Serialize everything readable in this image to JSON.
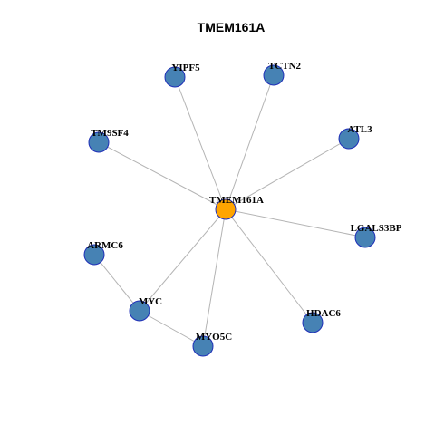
{
  "title": "TMEM161A",
  "colors": {
    "center_node": "#ffa500",
    "center_stroke": "#8a6a1a",
    "leaf_node": "#4682b4",
    "leaf_stroke": "#1f2fb8",
    "edge": "#b4b4b4"
  },
  "nodes": [
    {
      "id": "TMEM161A",
      "label": "TMEM161A",
      "role": "center"
    },
    {
      "id": "YIPF5",
      "label": "YIPF5",
      "role": "leaf"
    },
    {
      "id": "TCTN2",
      "label": "TCTN2",
      "role": "leaf"
    },
    {
      "id": "TM9SF4",
      "label": "TM9SF4",
      "role": "leaf"
    },
    {
      "id": "ATL3",
      "label": "ATL3",
      "role": "leaf"
    },
    {
      "id": "LGALS3BP",
      "label": "LGALS3BP",
      "role": "leaf"
    },
    {
      "id": "ARMC6",
      "label": "ARMC6",
      "role": "leaf"
    },
    {
      "id": "MYC",
      "label": "MYC",
      "role": "leaf"
    },
    {
      "id": "HDAC6",
      "label": "HDAC6",
      "role": "leaf"
    },
    {
      "id": "MYO5C",
      "label": "MYO5C",
      "role": "leaf"
    }
  ],
  "edges": [
    [
      "TMEM161A",
      "YIPF5"
    ],
    [
      "TMEM161A",
      "TCTN2"
    ],
    [
      "TMEM161A",
      "TM9SF4"
    ],
    [
      "TMEM161A",
      "ATL3"
    ],
    [
      "TMEM161A",
      "LGALS3BP"
    ],
    [
      "TMEM161A",
      "MYC"
    ],
    [
      "TMEM161A",
      "HDAC6"
    ],
    [
      "TMEM161A",
      "MYO5C"
    ],
    [
      "ARMC6",
      "MYC"
    ],
    [
      "MYC",
      "MYO5C"
    ]
  ]
}
